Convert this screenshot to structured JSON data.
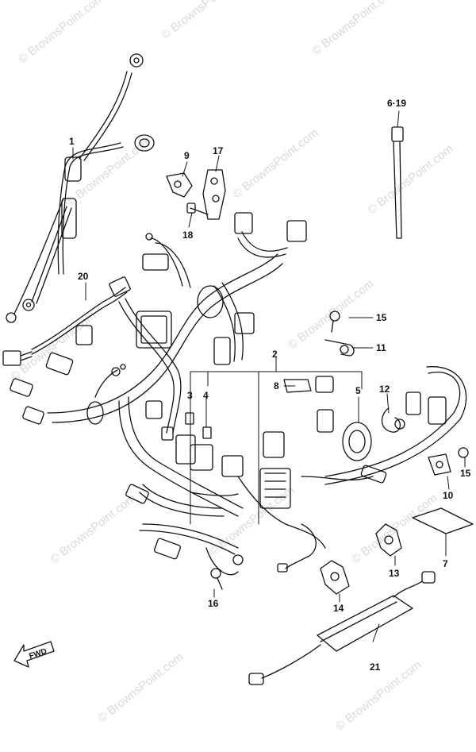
{
  "watermark": "© BrownsPoint.com",
  "fwd_label": "FWD",
  "callouts": {
    "c1": "1",
    "c2": "2",
    "c3": "3",
    "c4": "4",
    "c5": "5",
    "c6_19": "6·19",
    "c7": "7",
    "c8": "8",
    "c9": "9",
    "c10": "10",
    "c11": "11",
    "c12": "12",
    "c13": "13",
    "c14": "14",
    "c15a": "15",
    "c15b": "15",
    "c16": "16",
    "c17": "17",
    "c18": "18",
    "c20": "20",
    "c21": "21"
  }
}
